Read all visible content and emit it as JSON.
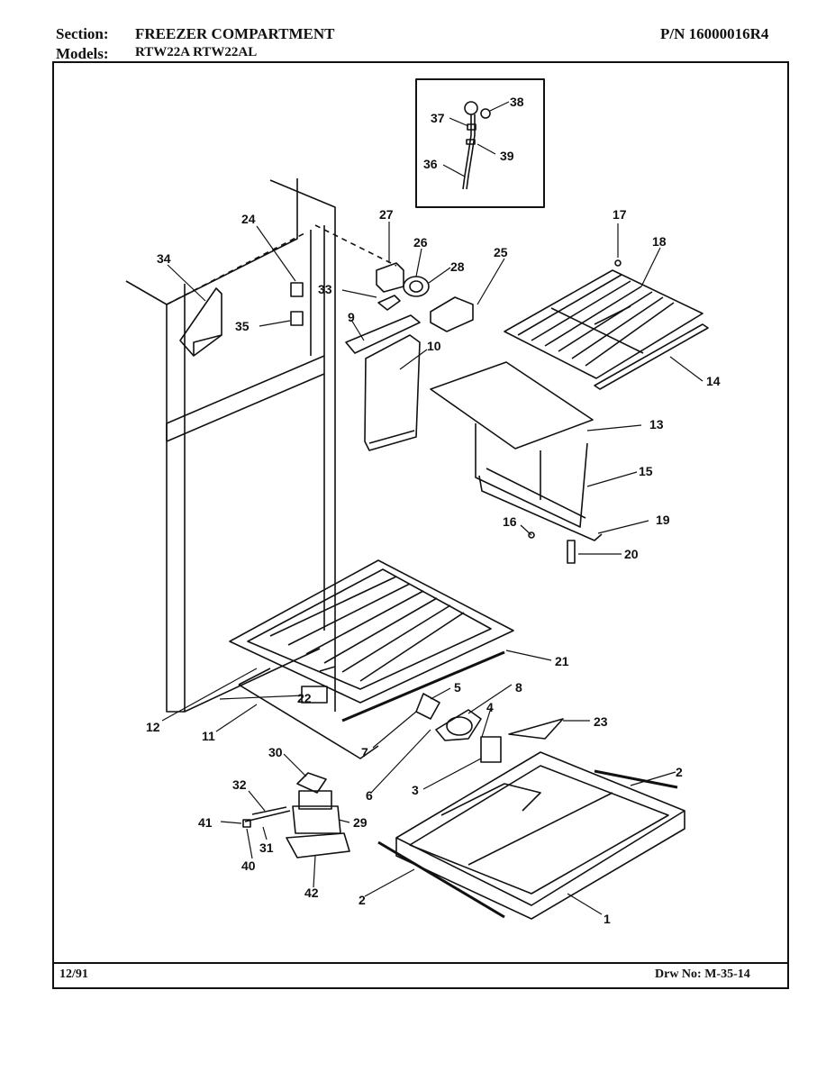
{
  "header": {
    "section_label": "Section:",
    "section_value": "FREEZER COMPARTMENT",
    "part_number": "P/N 16000016R4",
    "models_label": "Models:",
    "models_value": "RTW22A  RTW22AL"
  },
  "footer": {
    "date": "12/91",
    "drawing_number": "Drw No: M-35-14"
  },
  "callouts": {
    "c1": "1",
    "c2a": "2",
    "c2b": "2",
    "c3": "3",
    "c4": "4",
    "c5": "5",
    "c6": "6",
    "c7": "7",
    "c8": "8",
    "c9": "9",
    "c10": "10",
    "c11": "11",
    "c12": "12",
    "c13": "13",
    "c14": "14",
    "c15": "15",
    "c16": "16",
    "c17": "17",
    "c18": "18",
    "c19": "19",
    "c20": "20",
    "c21": "21",
    "c22": "22",
    "c23": "23",
    "c24": "24",
    "c25": "25",
    "c26": "26",
    "c27": "27",
    "c28": "28",
    "c29": "29",
    "c30": "30",
    "c31": "31",
    "c32": "32",
    "c33": "33",
    "c34": "34",
    "c35": "35",
    "c36": "36",
    "c37": "37",
    "c38": "38",
    "c39": "39",
    "c40": "40",
    "c41": "41",
    "c42": "42"
  }
}
